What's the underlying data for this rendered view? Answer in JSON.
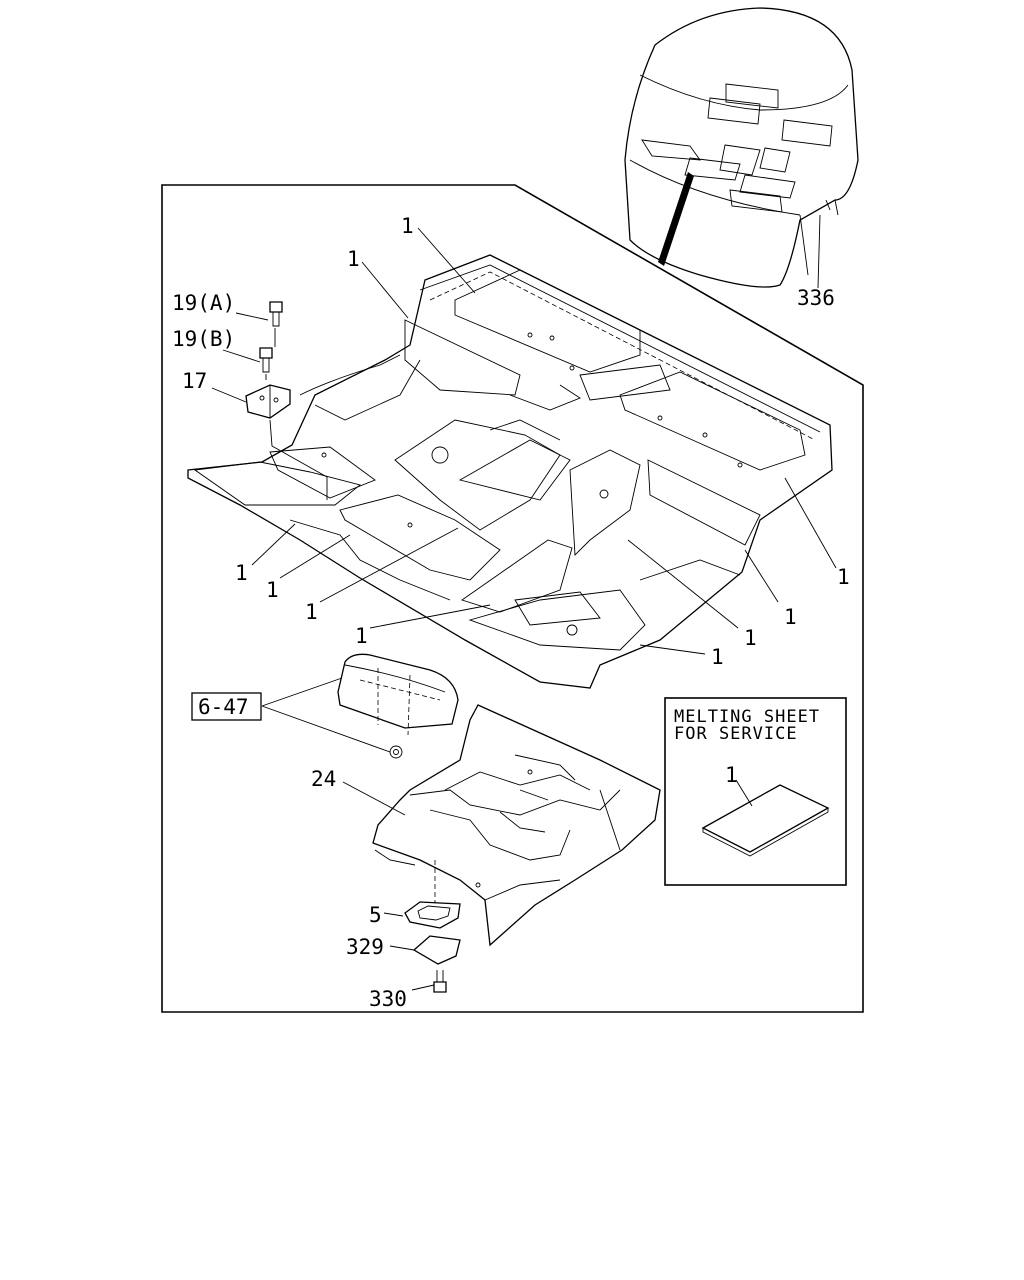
{
  "callouts": {
    "c336": "336",
    "c19a": "19(A)",
    "c19b": "19(B)",
    "c17": "17",
    "c1": "1",
    "c6_47": "6-47",
    "c24": "24",
    "c5": "5",
    "c329": "329",
    "c330": "330"
  },
  "inset": {
    "title_line1": "MELTING SHEET",
    "title_line2": "FOR SERVICE",
    "part_number": "1"
  }
}
